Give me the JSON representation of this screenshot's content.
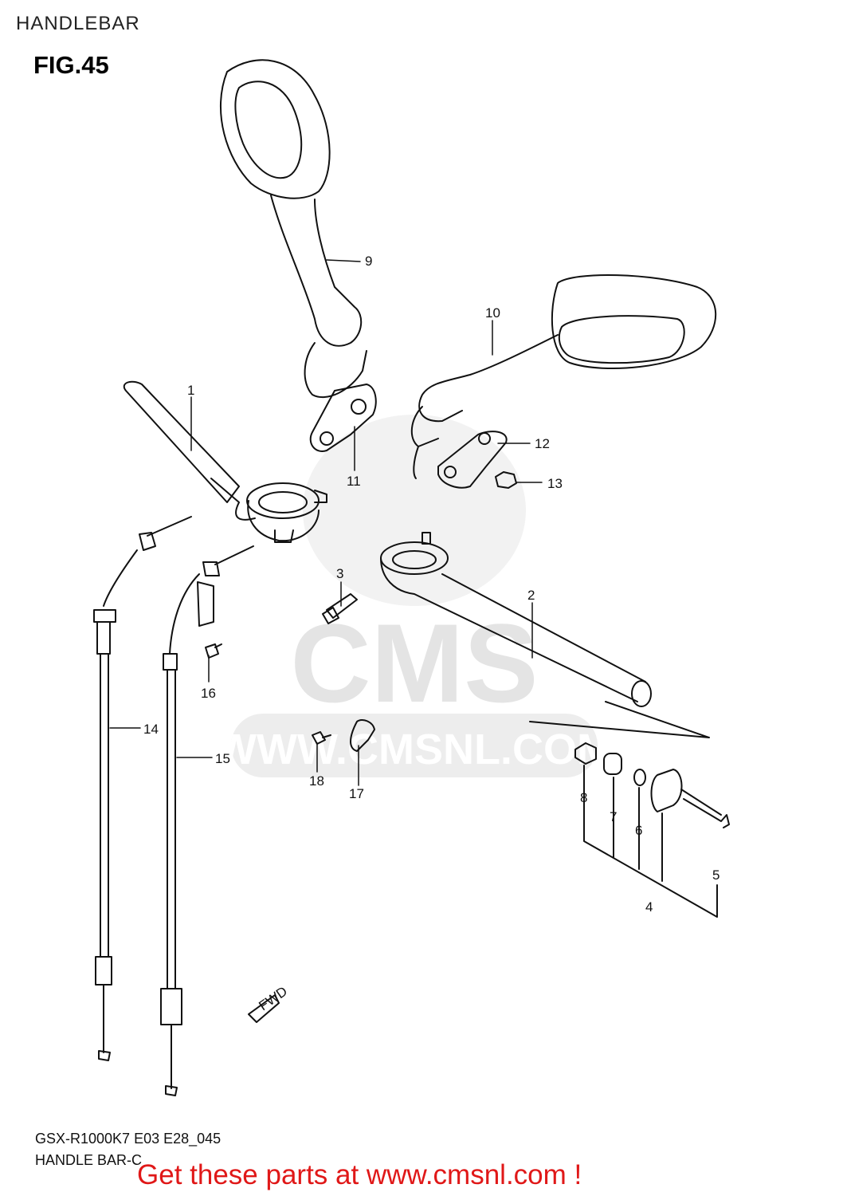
{
  "header": {
    "title": "HANDLEBAR",
    "figure": "FIG.45"
  },
  "watermark": {
    "brand": "CMS",
    "url": "WWW.CMSNL.COM"
  },
  "parts": [
    {
      "num": "1"
    },
    {
      "num": "2"
    },
    {
      "num": "3"
    },
    {
      "num": "4"
    },
    {
      "num": "5"
    },
    {
      "num": "6"
    },
    {
      "num": "7"
    },
    {
      "num": "8"
    },
    {
      "num": "9"
    },
    {
      "num": "10"
    },
    {
      "num": "11"
    },
    {
      "num": "12"
    },
    {
      "num": "13"
    },
    {
      "num": "14"
    },
    {
      "num": "15"
    },
    {
      "num": "16"
    },
    {
      "num": "17"
    },
    {
      "num": "18"
    }
  ],
  "direction_marker": "FWD",
  "footer": {
    "model_code": "GSX-R1000K7 E03 E28_045",
    "subtitle": "HANDLE BAR-C",
    "call_to_action": "Get these parts at www.cmsnl.com !"
  },
  "colors": {
    "line": "#111111",
    "watermark": "#e6e6e6",
    "call_to_action": "#e01818"
  }
}
